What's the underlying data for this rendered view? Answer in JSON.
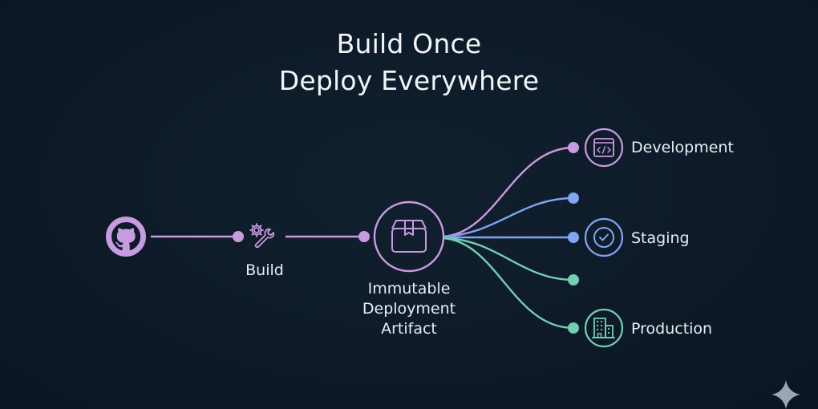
{
  "title": {
    "line1": "Build Once",
    "line2": "Deploy Everywhere"
  },
  "colors": {
    "background": "#0e1a28",
    "purple": "#c79be0",
    "blue": "#7fa6f2",
    "teal": "#74cdb5",
    "text": "#e9edf2",
    "watermark": "#9aa6b4"
  },
  "nodes": {
    "source": {
      "icon": "github-icon"
    },
    "build": {
      "icon": "gear-wrench-icon",
      "label": "Build"
    },
    "artifact": {
      "icon": "package-box-icon",
      "label_lines": [
        "Immutable",
        "Deployment",
        "Artifact"
      ]
    },
    "environments": [
      {
        "icon": "code-window-icon",
        "label": "Development",
        "color": "purple"
      },
      {
        "icon": "",
        "label": "",
        "color": "blue"
      },
      {
        "icon": "check-circle-icon",
        "label": "Staging",
        "color": "blue"
      },
      {
        "icon": "",
        "label": "",
        "color": "teal"
      },
      {
        "icon": "buildings-icon",
        "label": "Production",
        "color": "teal"
      }
    ]
  },
  "watermark": {
    "icon": "sparkle-icon"
  }
}
